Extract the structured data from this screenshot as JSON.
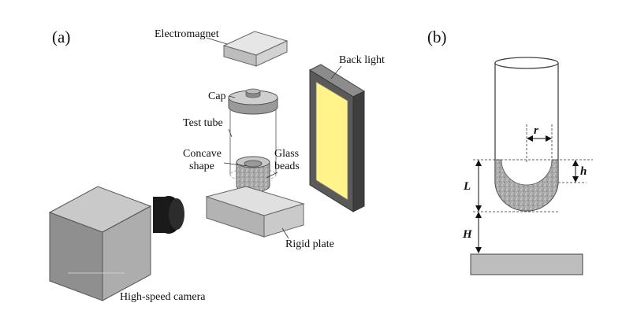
{
  "panel_a": {
    "tag": "(a)",
    "labels": {
      "electromagnet": "Electromagnet",
      "back_light": "Back light",
      "cap": "Cap",
      "test_tube": "Test tube",
      "concave_shape_1": "Concave",
      "concave_shape_2": "shape",
      "glass_beads_1": "Glass",
      "glass_beads_2": "beads",
      "rigid_plate": "Rigid plate",
      "camera": "High-speed camera"
    },
    "colors": {
      "backlight_panel": "#fff38a",
      "frame": "#5a5a5a"
    }
  },
  "panel_b": {
    "tag": "(b)",
    "vars": {
      "r": "r",
      "h": "h",
      "L": "L",
      "H": "H"
    }
  }
}
